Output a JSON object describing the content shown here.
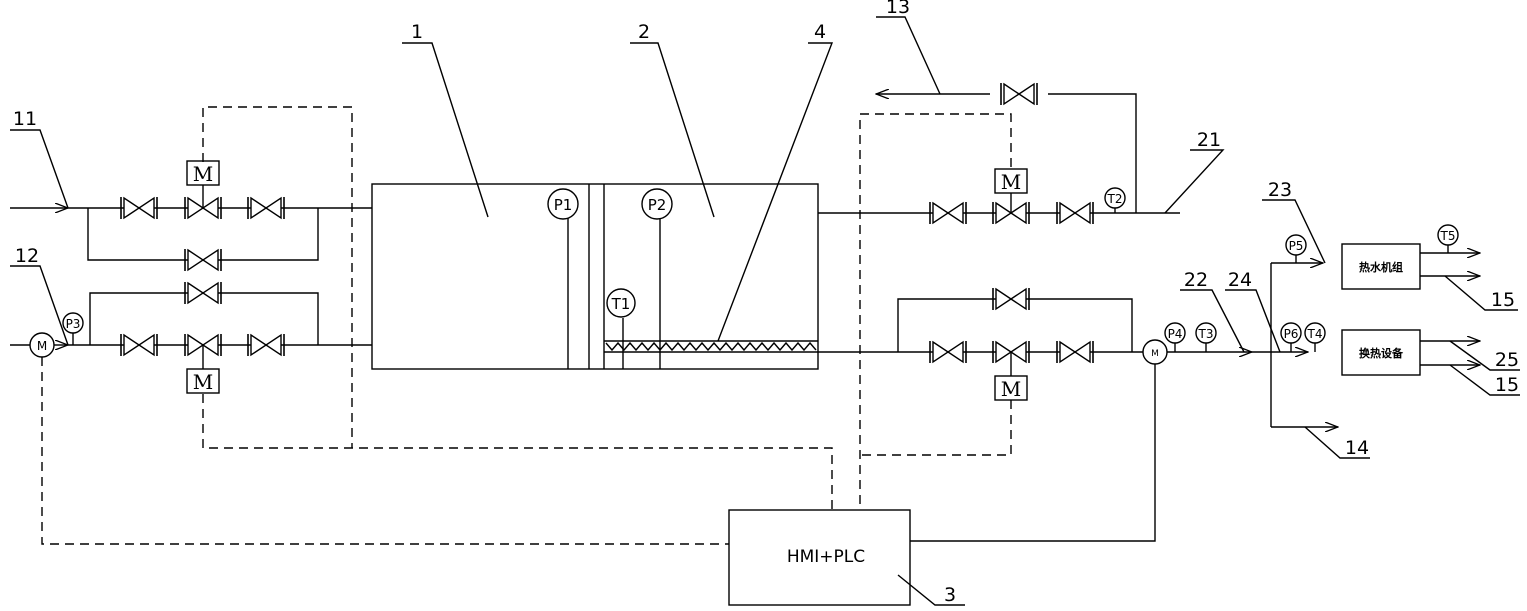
{
  "labels": {
    "n1": "1",
    "n2": "2",
    "n3": "3",
    "n4": "4",
    "n11": "11",
    "n12": "12",
    "n13": "13",
    "n14": "14",
    "n15a": "15",
    "n15b": "15",
    "n21": "21",
    "n22": "22",
    "n23": "23",
    "n24": "24",
    "n25": "25"
  },
  "gauges": {
    "p1": "P1",
    "p2": "P2",
    "p3": "P3",
    "p4": "P4",
    "p5": "P5",
    "p6": "P6",
    "t1": "T1",
    "t2": "T2",
    "t3": "T3",
    "t4": "T4",
    "t5": "T5"
  },
  "motor_label": "M",
  "flow_meter_label": "M",
  "controller_label": "HMI+PLC",
  "equipment": {
    "chiller": "热水机组",
    "heat_exchanger": "换热设备"
  }
}
